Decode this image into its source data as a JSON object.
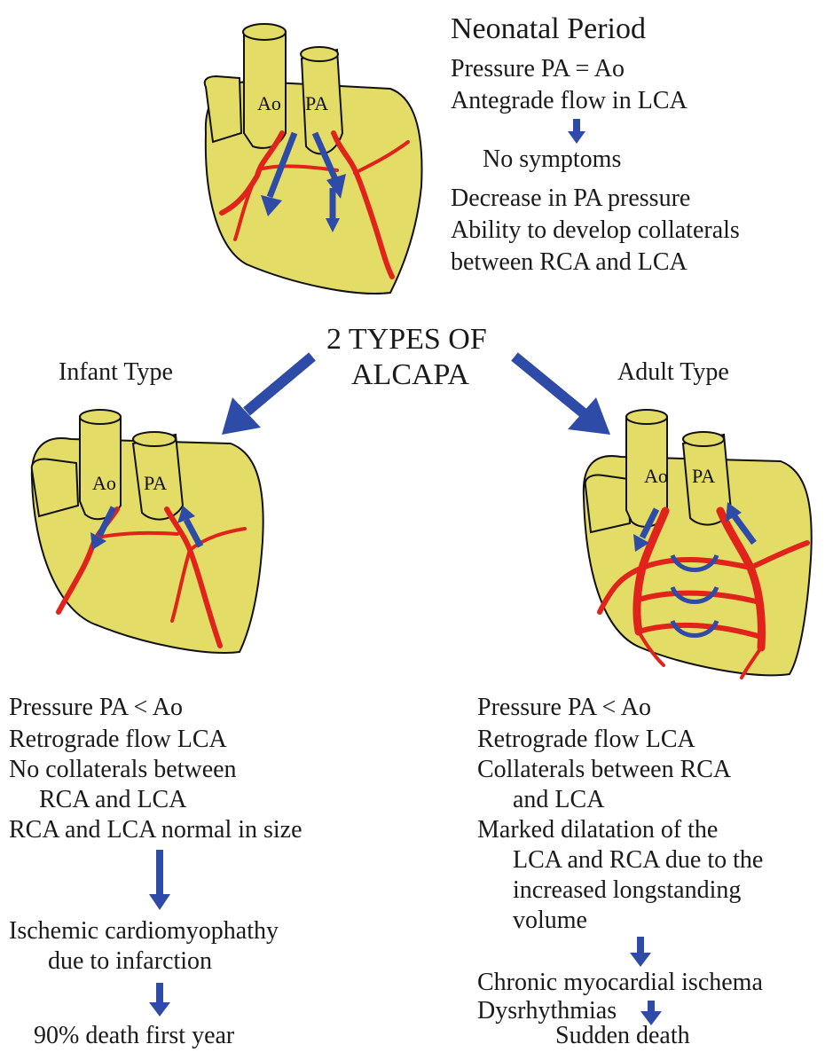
{
  "neonatal": {
    "title": "Neonatal Period",
    "lines": [
      "Pressure PA  = Ao",
      "Antegrade flow in LCA"
    ],
    "result": "No symptoms",
    "notes": [
      "Decrease in PA pressure",
      "Ability to develop collaterals",
      "between RCA and LCA"
    ]
  },
  "center": {
    "line1": "2 TYPES OF",
    "line2": "ALCAPA"
  },
  "infant": {
    "title": "Infant Type",
    "lines": [
      "Pressure PA < Ao",
      "Retrograde flow LCA",
      "No collaterals between",
      "RCA and LCA",
      "RCA and LCA normal in size"
    ],
    "outcome1": [
      "Ischemic cardiomyophathy",
      "due to infarction"
    ],
    "outcome2": "90% death first year"
  },
  "adult": {
    "title": "Adult Type",
    "lines": [
      "Pressure PA < Ao",
      "Retrograde flow LCA",
      "Collaterals between RCA",
      "and LCA",
      "Marked dilatation of the",
      "LCA and RCA due to the",
      "increased longstanding",
      "volume"
    ],
    "outcome1": [
      "Chronic myocardial ischema",
      "Dysrhythmias"
    ],
    "outcome2": "Sudden death"
  },
  "vessel_labels": {
    "aorta": "Ao",
    "pulmonary_artery": "PA"
  },
  "colors": {
    "heart": "#e3dc67",
    "artery": "#e0241b",
    "flow_arrow": "#2f4ba8"
  }
}
